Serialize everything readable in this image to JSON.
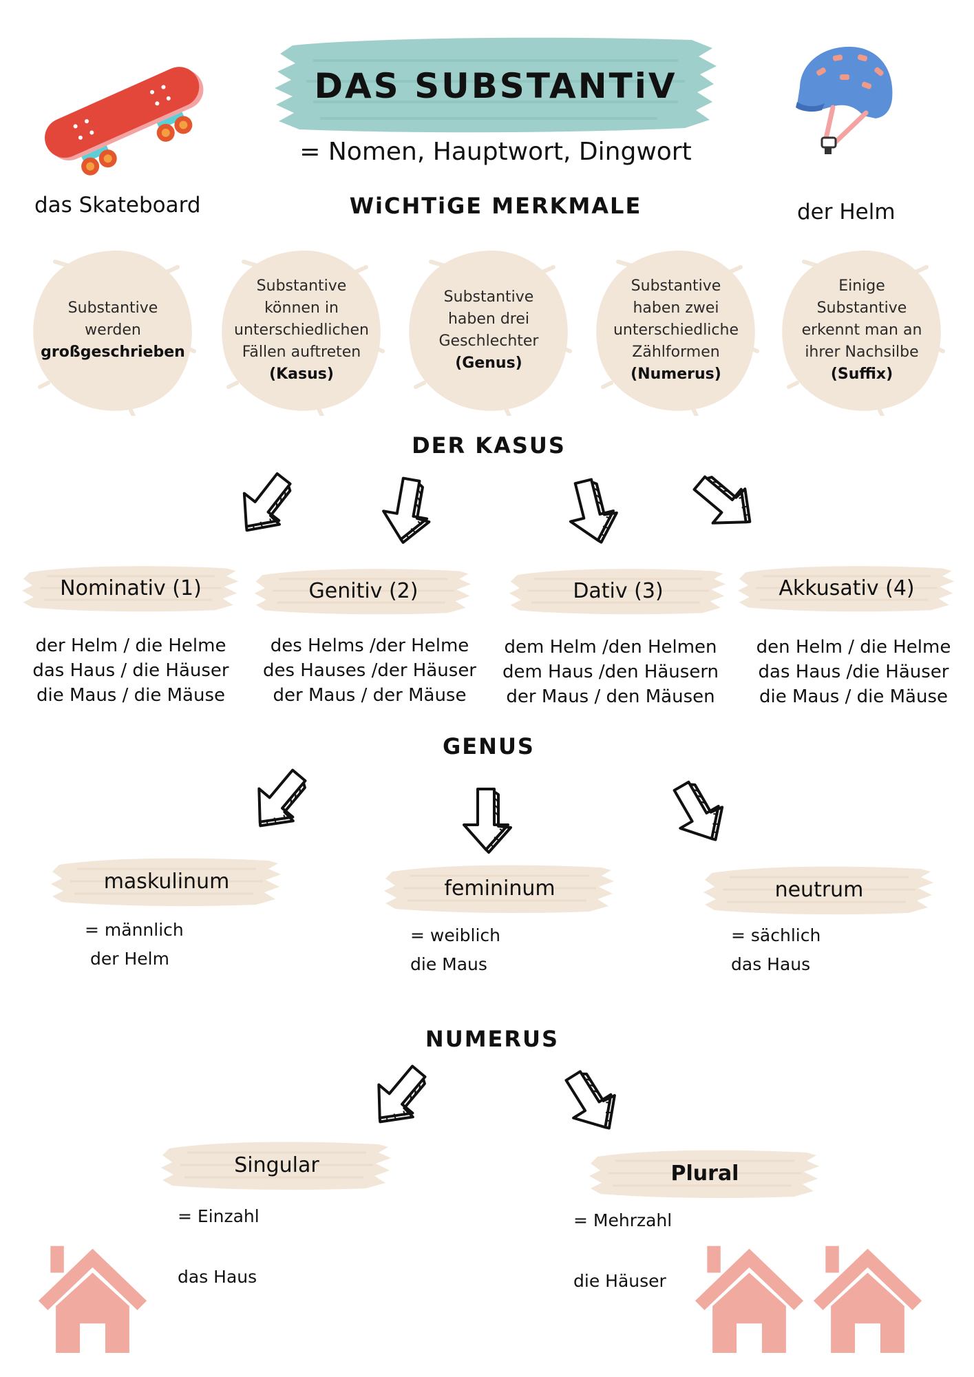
{
  "title": "DAS SUBSTANTiV",
  "subtitle": "= Nomen, Hauptwort, Dingwort",
  "illustrations": {
    "skateboard_caption": "das Skateboard",
    "helmet_caption": "der Helm"
  },
  "merkmale": {
    "heading": "WiCHTiGE MERKMALE",
    "items": [
      {
        "text": "Substantive werden",
        "bold": "großgeschrieben"
      },
      {
        "text": "Substantive können in unterschiedlichen Fällen auftreten",
        "bold": "(Kasus)"
      },
      {
        "text": "Substantive haben drei Geschlechter",
        "bold": "(Genus)"
      },
      {
        "text": "Substantive haben zwei unterschiedliche Zählformen",
        "bold": "(Numerus)"
      },
      {
        "text": "Einige Substantive erkennt man an ihrer Nachsilbe",
        "bold": "(Suffix)"
      }
    ]
  },
  "kasus": {
    "heading": "DER KASUS",
    "cases": [
      {
        "label": "Nominativ (1)",
        "lines": [
          "der Helm / die Helme",
          "das Haus / die Häuser",
          "die Maus / die Mäuse"
        ]
      },
      {
        "label": "Genitiv (2)",
        "lines": [
          "des Helms /der Helme",
          "des Hauses /der Häuser",
          "der Maus / der Mäuse"
        ]
      },
      {
        "label": "Dativ (3)",
        "lines": [
          "dem Helm /den Helmen",
          "dem Haus /den Häusern",
          "der Maus / den Mäusen"
        ]
      },
      {
        "label": "Akkusativ (4)",
        "lines": [
          "den Helm / die Helme",
          "das Haus /die Häuser",
          "die Maus / die Mäuse"
        ]
      }
    ]
  },
  "genus": {
    "heading": "GENUS",
    "items": [
      {
        "label": "maskulinum",
        "meaning": "= männlich",
        "example": "der Helm"
      },
      {
        "label": "femininum",
        "meaning": "= weiblich",
        "example": "die Maus"
      },
      {
        "label": "neutrum",
        "meaning": "= sächlich",
        "example": "das Haus"
      }
    ]
  },
  "numerus": {
    "heading": "NUMERUS",
    "items": [
      {
        "label": "Singular",
        "meaning": "= Einzahl",
        "example": "das Haus"
      },
      {
        "label": "Plural",
        "meaning": "= Mehrzahl",
        "example": "die Häuser"
      }
    ]
  },
  "colors": {
    "title_brush": "#9fcfca",
    "beige": "#f2e6d8",
    "house": "#f0aaa0",
    "skateboard": "#e2473a",
    "helmet": "#5b8fd8",
    "ink": "#111111"
  },
  "icons": [
    "skateboard-icon",
    "helmet-icon",
    "arrow-icon",
    "house-icon"
  ]
}
